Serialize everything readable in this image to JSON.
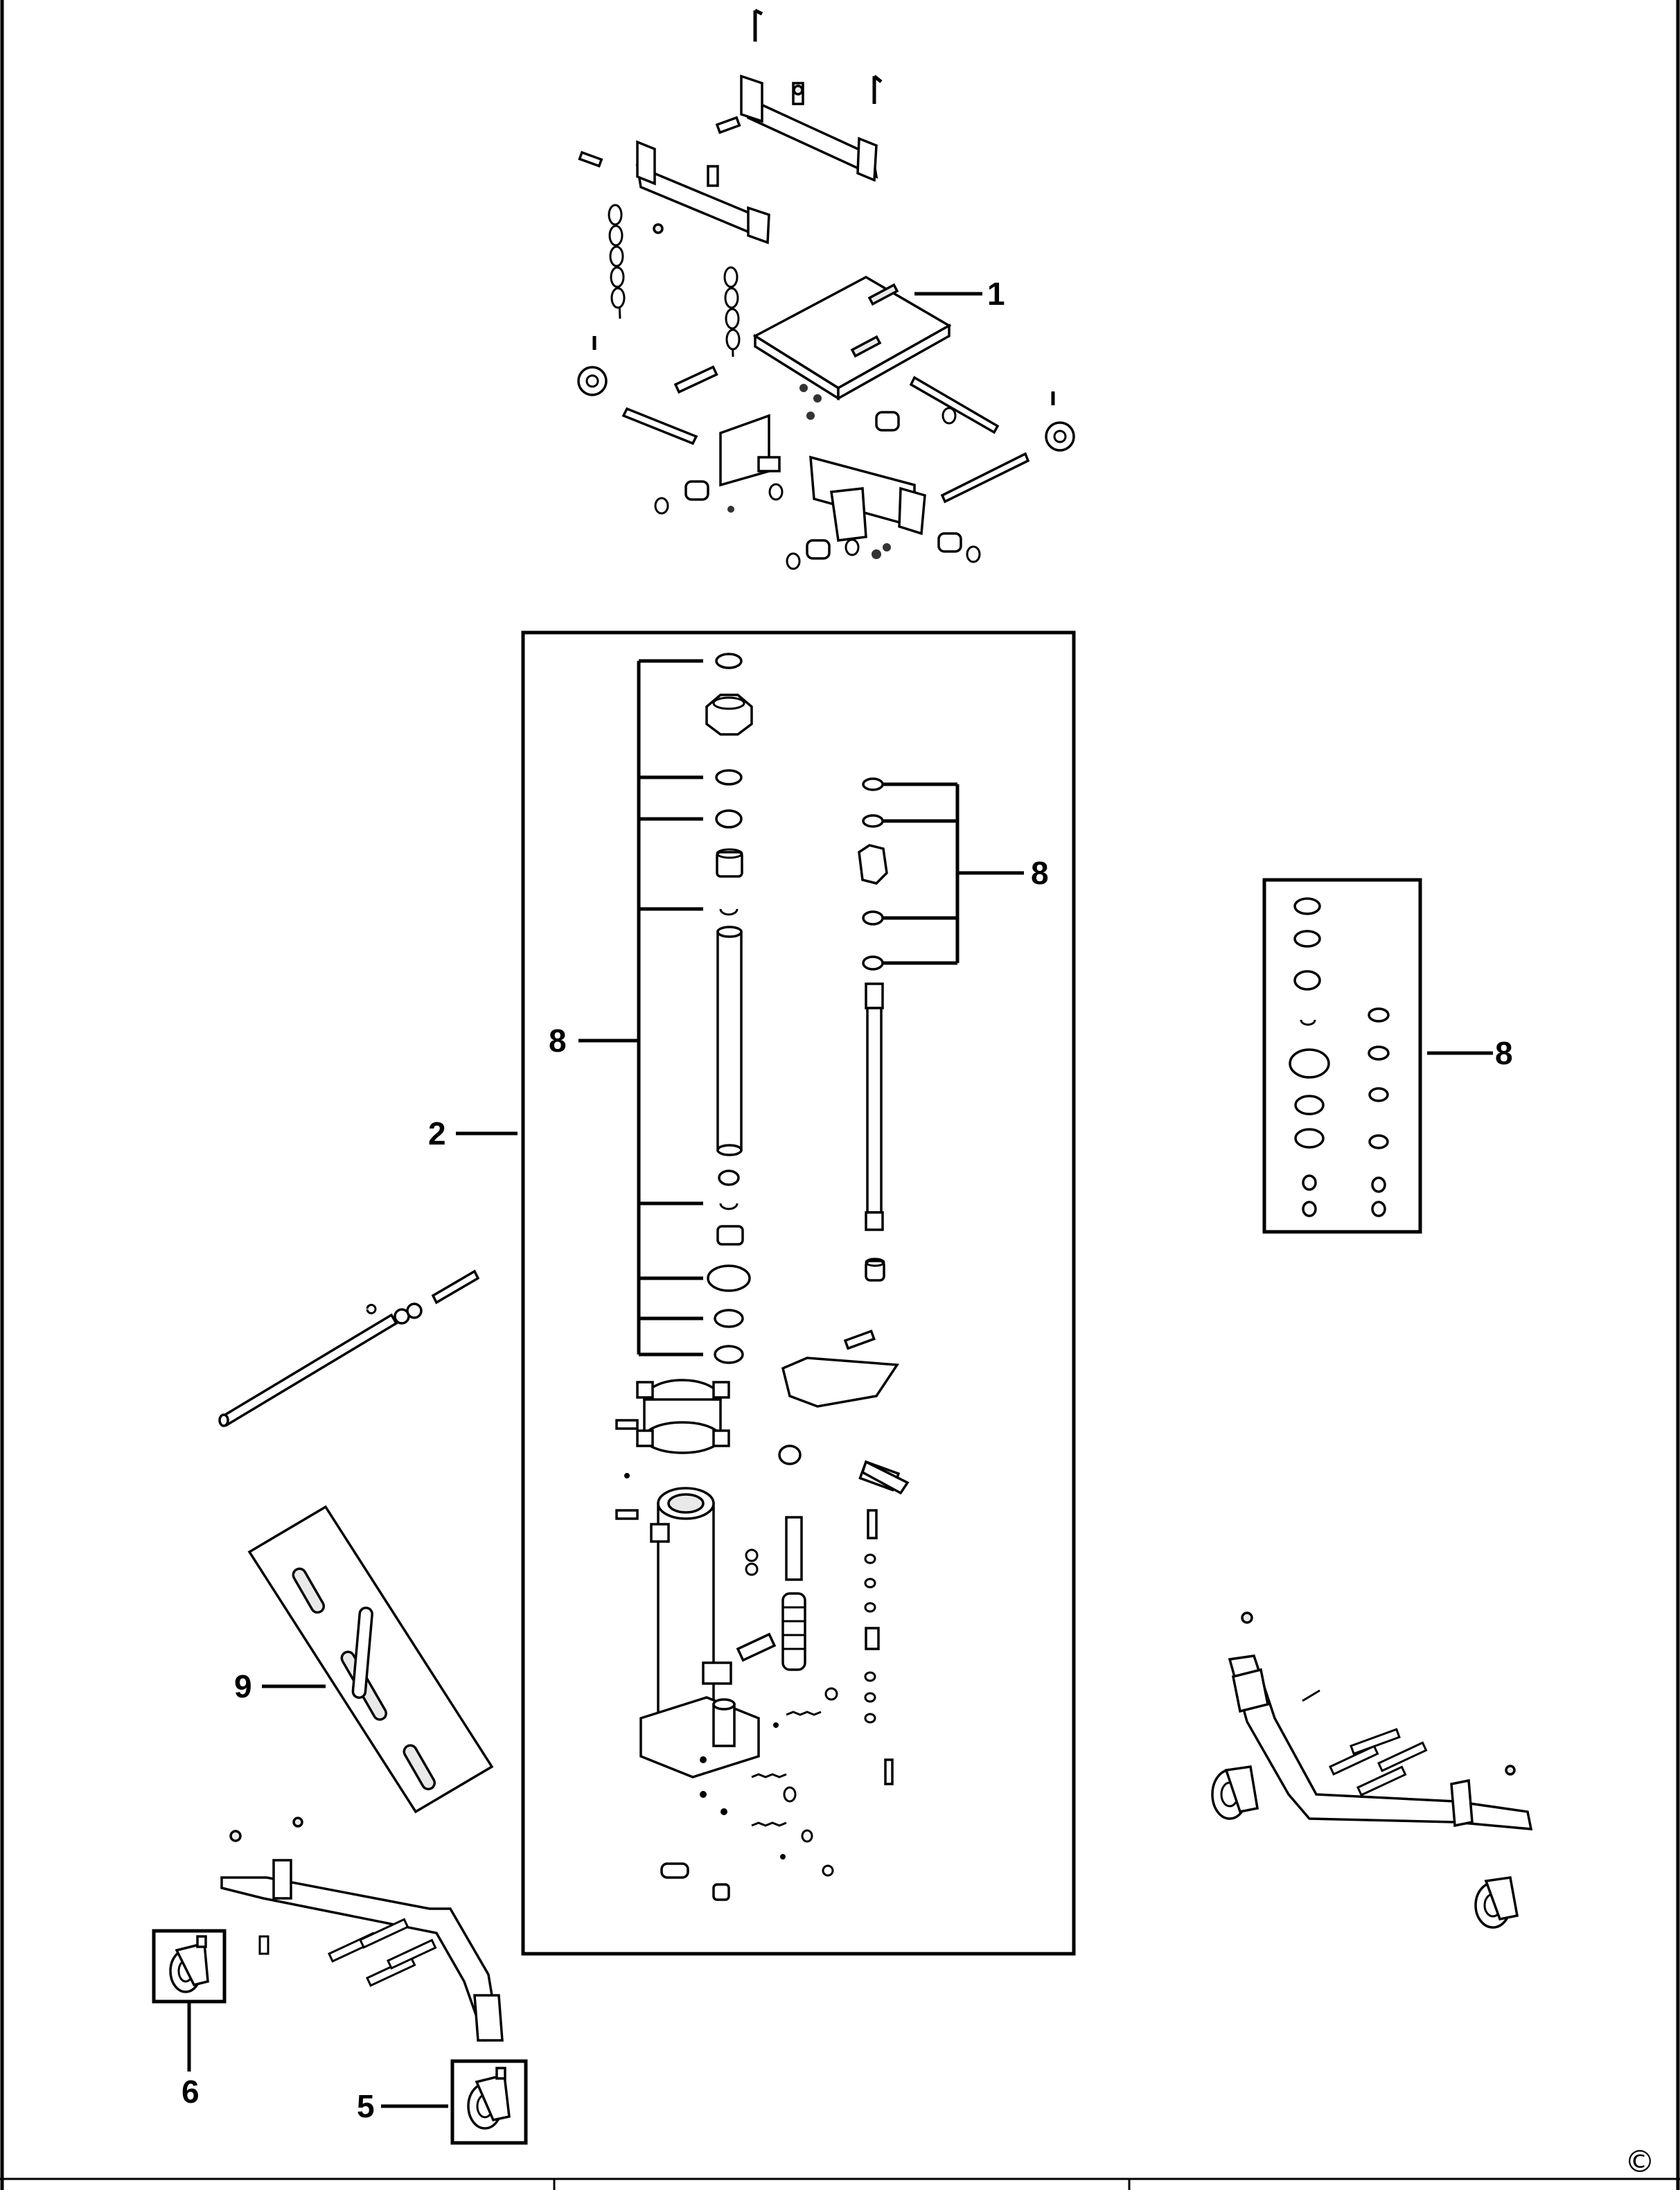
{
  "diagram": {
    "callouts": {
      "c1": "1",
      "c2": "2",
      "c8a": "8",
      "c8b": "8",
      "c8c": "8",
      "c9": "9",
      "c6": "6",
      "c5": "5"
    },
    "copyright": "©"
  }
}
